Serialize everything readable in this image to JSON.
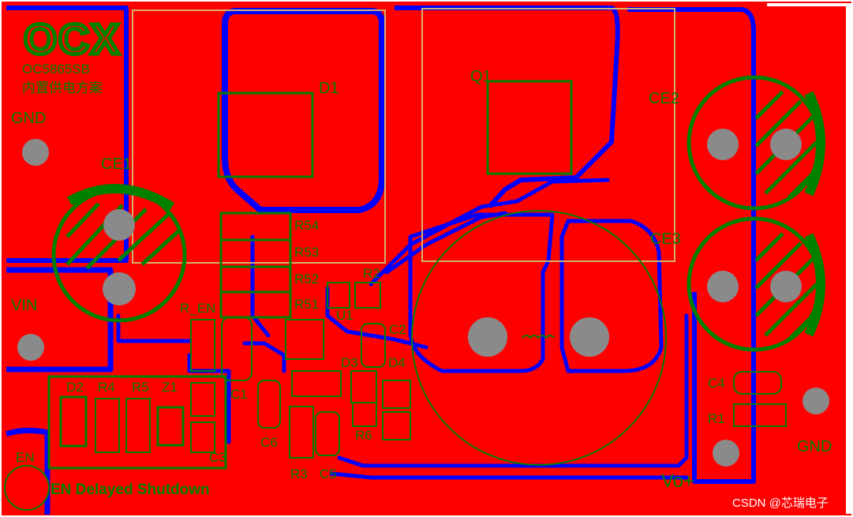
{
  "board": {
    "logo": "OCX",
    "part_number": "OC5865SB",
    "subtitle": "内置供电方案",
    "footer_note": "EN Delayed Shutdown",
    "watermark": "CSDN @芯瑞电子"
  },
  "pads": {
    "gnd_left": "GND",
    "vin": "VIN",
    "en": "EN",
    "gnd_right": "GND",
    "vo_plus": "Vo+"
  },
  "components": {
    "ce1": "CE1",
    "ce2": "CE2",
    "ce3": "CE3",
    "d1": "D1",
    "q1": "Q1",
    "u1": "U1",
    "l1": "~~~",
    "r54": "R54",
    "r53": "R53",
    "r52": "R52",
    "r51": "R51",
    "r_en": "R_EN",
    "r2": "R2",
    "c2": "C2",
    "c1": "C1",
    "c3": "C3",
    "c4": "C4",
    "c5": "C5",
    "c6": "C6",
    "d2": "D2",
    "d3": "D3",
    "d4": "D4",
    "r1": "R1",
    "r3": "R3",
    "r4": "R4",
    "r5": "R5",
    "r6": "R6",
    "z1": "Z1"
  },
  "colors": {
    "copper": "#ff0000",
    "trace_edge": "#0000ff",
    "silkscreen": "#008000",
    "outline": "#d4b070",
    "drill": "#8a8a8a",
    "background": "#ffffff"
  }
}
